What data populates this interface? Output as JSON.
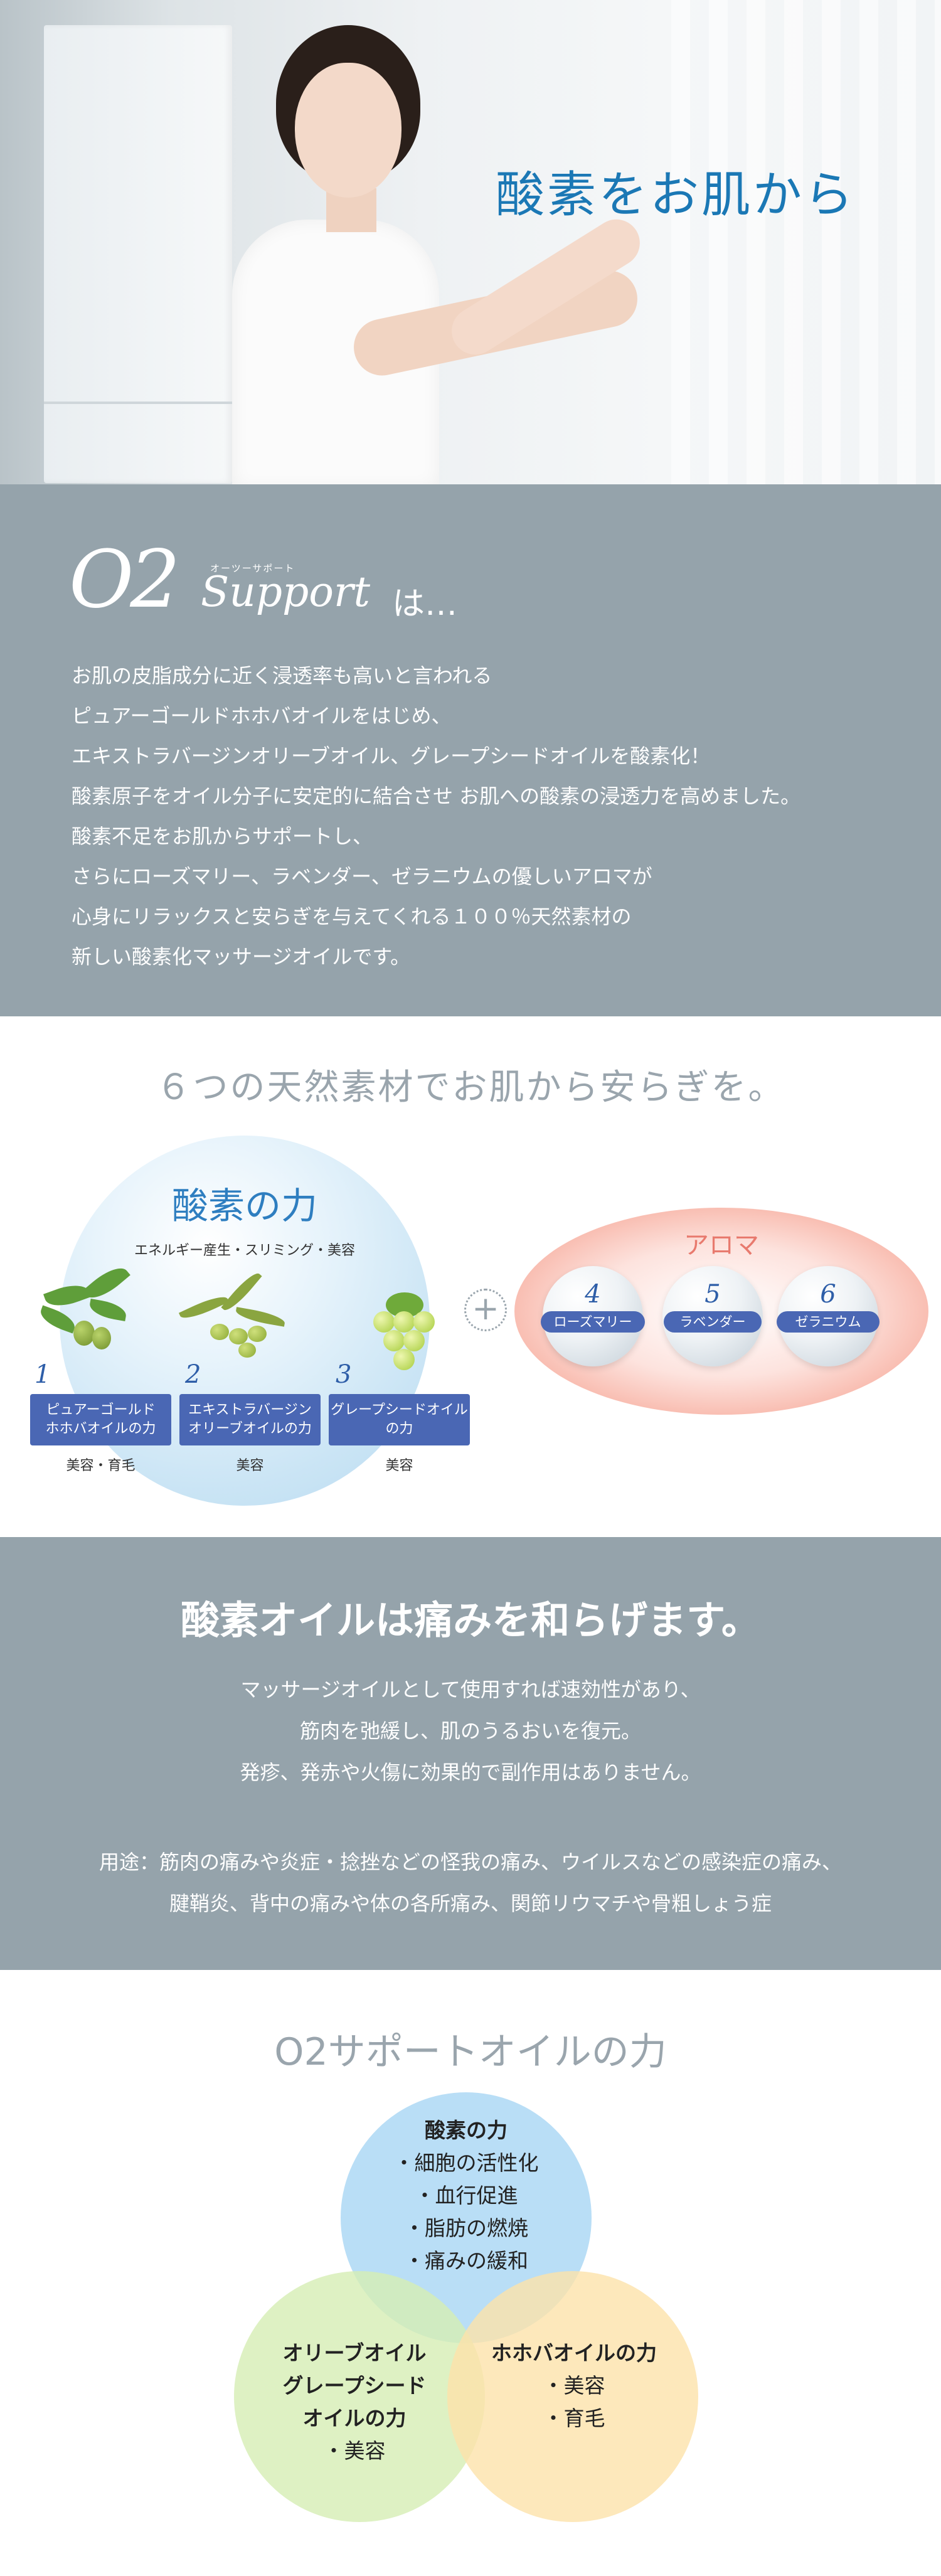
{
  "hero": {
    "title": "酸素をお肌から"
  },
  "intro": {
    "logo_o2": "O2",
    "logo_ruby": "オーツーサポート",
    "logo_support": "Support",
    "logo_suffix": "は…",
    "lines": [
      "お肌の皮脂成分に近く浸透率も高いと言われる",
      "ピュアーゴールドホホバオイルをはじめ、",
      "エキストラバージンオリーブオイル、グレープシードオイルを酸素化！",
      "酸素原子をオイル分子に安定的に結合させ お肌への酸素の浸透力を高めました。",
      "酸素不足をお肌からサポートし、",
      "さらにローズマリー、ラベンダー、ゼラニウムの優しいアロマが",
      "心身にリラックスと安らぎを与えてくれる１００％天然素材の",
      "新しい酸素化マッサージオイルです。"
    ]
  },
  "materials": {
    "title": "６つの天然素材でお肌から安らぎを。",
    "oxygen_title": "酸素の力",
    "oxygen_sub": "エネルギー産生・スリミング・美容",
    "items": [
      {
        "num": "1",
        "label_line1": "ピュアーゴールド",
        "label_line2": "ホホバオイルの力",
        "caption": "美容・育毛"
      },
      {
        "num": "2",
        "label_line1": "エキストラバージン",
        "label_line2": "オリーブオイルの力",
        "caption": "美容"
      },
      {
        "num": "3",
        "label_line1": "グレープシードオイルの力",
        "label_line2": "",
        "caption": "美容"
      }
    ],
    "plus": "+",
    "aroma_title": "アロマ",
    "aromas": [
      {
        "num": "4",
        "label": "ローズマリー"
      },
      {
        "num": "5",
        "label": "ラベンダー"
      },
      {
        "num": "6",
        "label": "ゼラニウム"
      }
    ]
  },
  "pain": {
    "title": "酸素オイルは痛みを和らげます。",
    "body": [
      "マッサージオイルとして使用すれば速効性があり、",
      "筋肉を弛緩し、肌のうるおいを復元。",
      "発疹、発赤や火傷に効果的で副作用はありません。"
    ],
    "use": [
      "用途：筋肉の痛みや炎症・捻挫などの怪我の痛み、ウイルスなどの感染症の痛み、",
      "腱鞘炎、背中の痛みや体の各所痛み、関節リウマチや骨粗しょう症"
    ]
  },
  "power": {
    "title": "O2サポートオイルの力",
    "oxygen": {
      "heading": "酸素の力",
      "items": [
        "・細胞の活性化",
        "・血行促進",
        "・脂肪の燃焼",
        "・痛みの緩和"
      ]
    },
    "olive": {
      "heading_lines": [
        "オリーブオイル",
        "グレープシード",
        "オイルの力"
      ],
      "items": [
        "・美容"
      ]
    },
    "jojoba": {
      "heading": "ホホバオイルの力",
      "items": [
        "・美容",
        "・育毛"
      ]
    }
  },
  "colors": {
    "accent_blue": "#1b78b5",
    "band_gray": "#95a3ab",
    "label_blue": "#4a67b4",
    "aroma_red": "#e87a6e"
  }
}
